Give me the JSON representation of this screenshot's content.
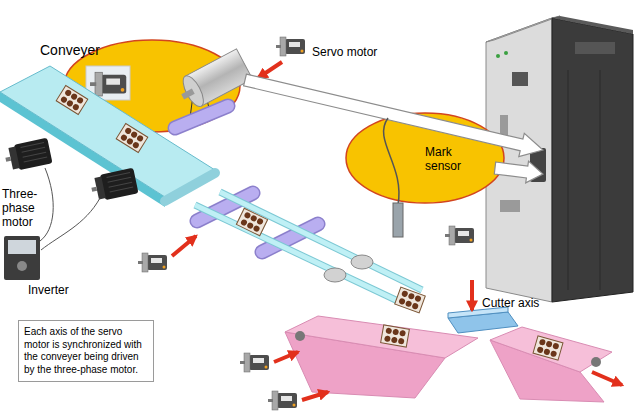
{
  "diagram": {
    "nodes": [
      {
        "text": [
          "Mark sensor"
        ]
      },
      {
        "text": [
          "Each axis of the servo motor is synchronized with the conveyer being driven by the three-phase motor."
        ]
      }
    ],
    "labels": [
      "Servo motor",
      "Conveyer",
      "Three-phase motor",
      "Inverter",
      "Cutter axis"
    ]
  }
}
